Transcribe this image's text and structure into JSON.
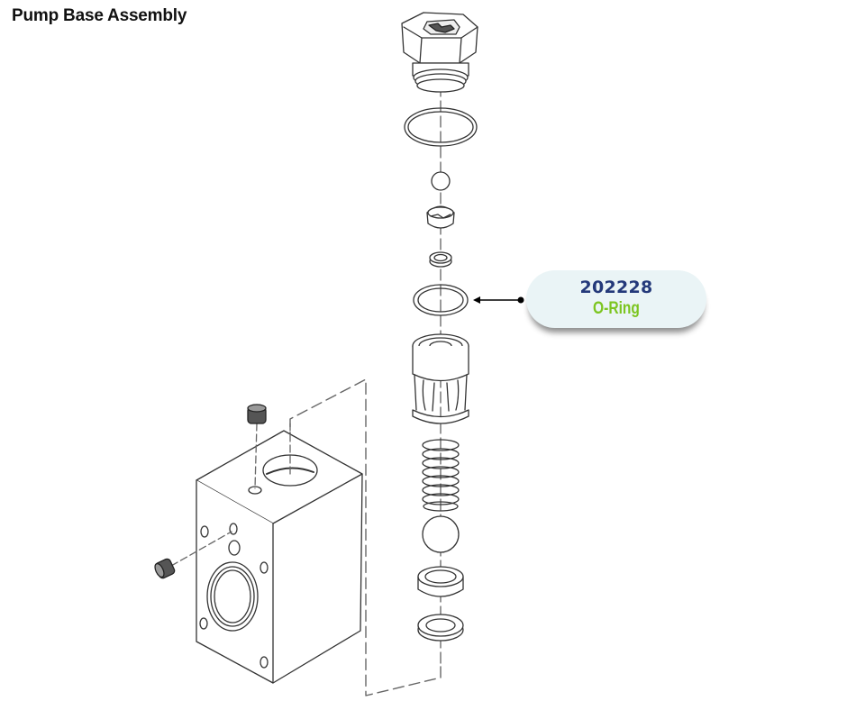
{
  "title": "Pump Base Assembly",
  "diagram": {
    "type": "exploded-view",
    "stack_parts": [
      "hex-plug",
      "large-o-ring",
      "small-ball",
      "ball-guide",
      "small-seat",
      "o-ring",
      "valve-cage",
      "spring",
      "large-ball",
      "seat",
      "seal-ring"
    ],
    "base_parts": [
      "pump-base-block",
      "top-set-screw",
      "side-set-screw"
    ]
  },
  "callout": {
    "part_number": "202228",
    "part_name": "O-Ring",
    "target": "o-ring",
    "colors": {
      "background": "#eaf4f6",
      "number": "#24397a",
      "name": "#7cc520"
    }
  }
}
